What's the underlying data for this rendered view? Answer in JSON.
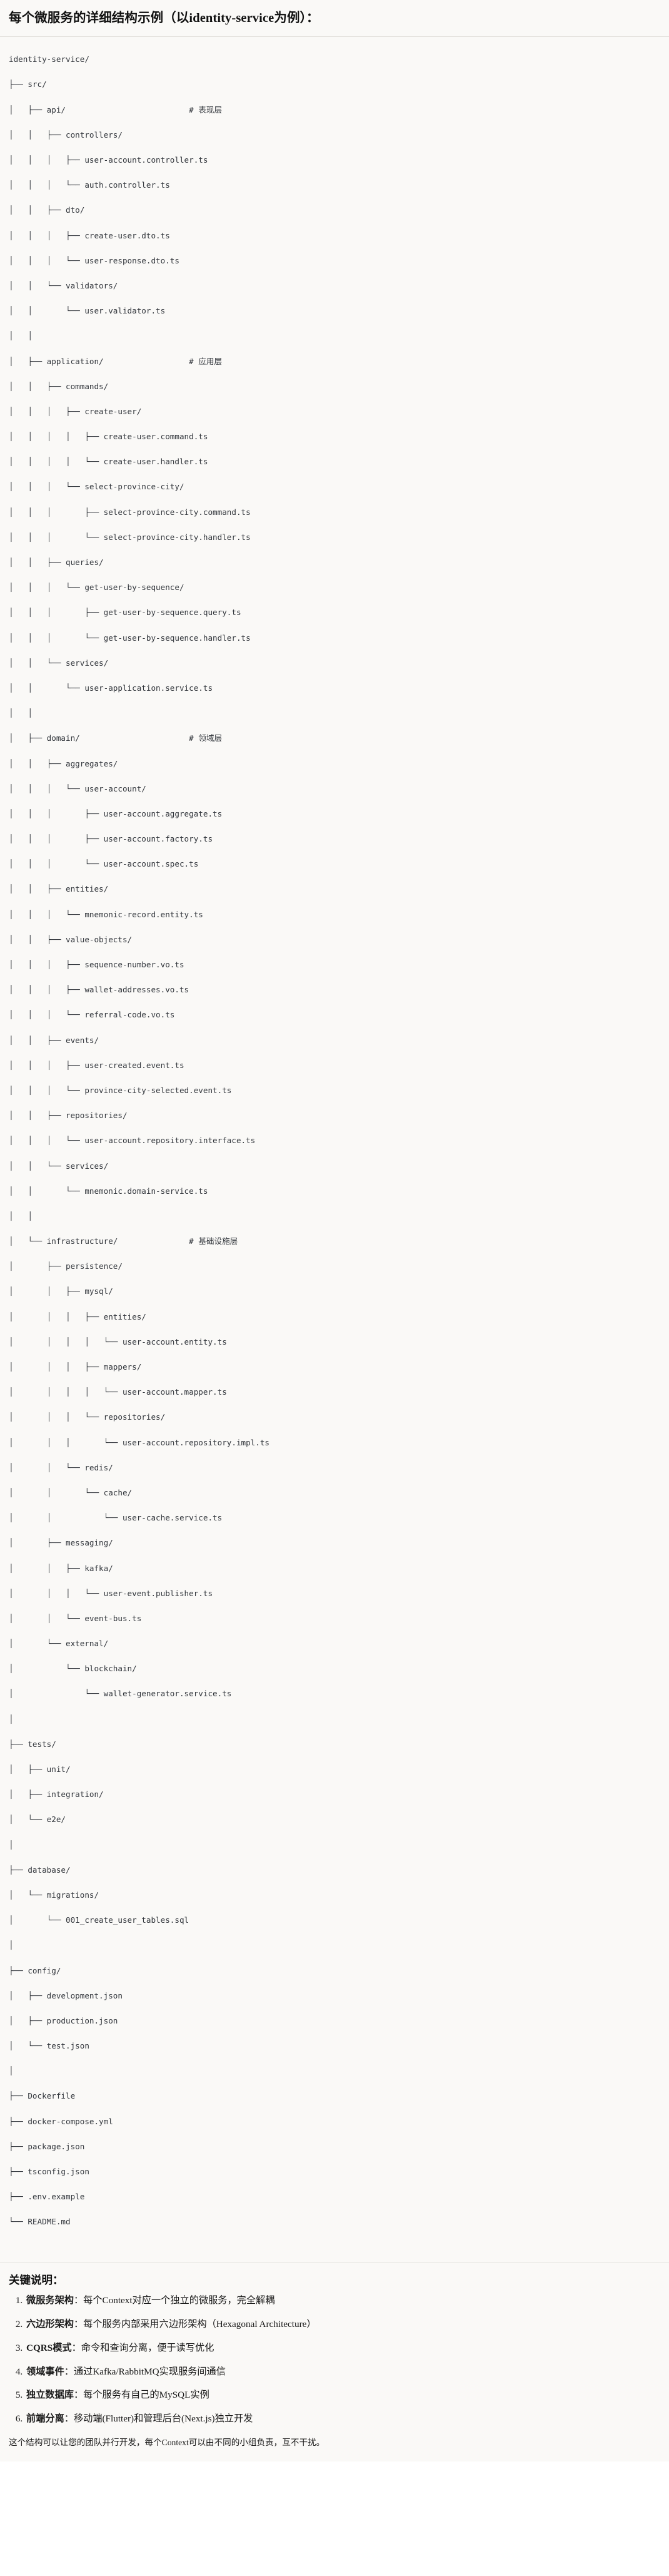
{
  "header": {
    "title": "每个微服务的详细结构示例（以identity-service为例）："
  },
  "tree": {
    "root": "identity-service/",
    "lines": [
      "identity-service/",
      "├── src/",
      "│   ├── api/                          # 表现层",
      "│   │   ├── controllers/",
      "│   │   │   ├── user-account.controller.ts",
      "│   │   │   └── auth.controller.ts",
      "│   │   ├── dto/",
      "│   │   │   ├── create-user.dto.ts",
      "│   │   │   └── user-response.dto.ts",
      "│   │   └── validators/",
      "│   │       └── user.validator.ts",
      "│   │",
      "│   ├── application/                  # 应用层",
      "│   │   ├── commands/",
      "│   │   │   ├── create-user/",
      "│   │   │   │   ├── create-user.command.ts",
      "│   │   │   │   └── create-user.handler.ts",
      "│   │   │   └── select-province-city/",
      "│   │   │       ├── select-province-city.command.ts",
      "│   │   │       └── select-province-city.handler.ts",
      "│   │   ├── queries/",
      "│   │   │   └── get-user-by-sequence/",
      "│   │   │       ├── get-user-by-sequence.query.ts",
      "│   │   │       └── get-user-by-sequence.handler.ts",
      "│   │   └── services/",
      "│   │       └── user-application.service.ts",
      "│   │",
      "│   ├── domain/                       # 领域层",
      "│   │   ├── aggregates/",
      "│   │   │   └── user-account/",
      "│   │   │       ├── user-account.aggregate.ts",
      "│   │   │       ├── user-account.factory.ts",
      "│   │   │       └── user-account.spec.ts",
      "│   │   ├── entities/",
      "│   │   │   └── mnemonic-record.entity.ts",
      "│   │   ├── value-objects/",
      "│   │   │   ├── sequence-number.vo.ts",
      "│   │   │   ├── wallet-addresses.vo.ts",
      "│   │   │   └── referral-code.vo.ts",
      "│   │   ├── events/",
      "│   │   │   ├── user-created.event.ts",
      "│   │   │   └── province-city-selected.event.ts",
      "│   │   ├── repositories/",
      "│   │   │   └── user-account.repository.interface.ts",
      "│   │   └── services/",
      "│   │       └── mnemonic.domain-service.ts",
      "│   │",
      "│   └── infrastructure/               # 基础设施层",
      "│       ├── persistence/",
      "│       │   ├── mysql/",
      "│       │   │   ├── entities/",
      "│       │   │   │   └── user-account.entity.ts",
      "│       │   │   ├── mappers/",
      "│       │   │   │   └── user-account.mapper.ts",
      "│       │   │   └── repositories/",
      "│       │   │       └── user-account.repository.impl.ts",
      "│       │   └── redis/",
      "│       │       └── cache/",
      "│       │           └── user-cache.service.ts",
      "│       ├── messaging/",
      "│       │   ├── kafka/",
      "│       │   │   └── user-event.publisher.ts",
      "│       │   └── event-bus.ts",
      "│       └── external/",
      "│           └── blockchain/",
      "│               └── wallet-generator.service.ts",
      "│",
      "├── tests/",
      "│   ├── unit/",
      "│   ├── integration/",
      "│   └── e2e/",
      "│",
      "├── database/",
      "│   └── migrations/",
      "│       └── 001_create_user_tables.sql",
      "│",
      "├── config/",
      "│   ├── development.json",
      "│   ├── production.json",
      "│   └── test.json",
      "│",
      "├── Dockerfile",
      "├── docker-compose.yml",
      "├── package.json",
      "├── tsconfig.json",
      "├── .env.example",
      "└── README.md"
    ],
    "comments": {
      "api": "# 表现层",
      "application": "# 应用层",
      "domain": "# 领域层",
      "infrastructure": "# 基础设施层"
    }
  },
  "notes": {
    "title": "关键说明：",
    "items": [
      {
        "term": "微服务架构",
        "sep": "：",
        "text": "每个Context对应一个独立的微服务，完全解耦"
      },
      {
        "term": "六边形架构",
        "sep": "：",
        "text": "每个服务内部采用六边形架构（Hexagonal Architecture）"
      },
      {
        "term": "CQRS模式",
        "sep": "：",
        "text": "命令和查询分离，便于读写优化"
      },
      {
        "term": "领域事件",
        "sep": "：",
        "text": "通过Kafka/RabbitMQ实现服务间通信"
      },
      {
        "term": "独立数据库",
        "sep": "：",
        "text": "每个服务有自己的MySQL实例"
      },
      {
        "term": "前端分离",
        "sep": "：",
        "text": "移动端(Flutter)和管理后台(Next.js)独立开发"
      }
    ],
    "footer": "这个结构可以让您的团队并行开发，每个Context可以由不同的小组负责，互不干扰。"
  }
}
